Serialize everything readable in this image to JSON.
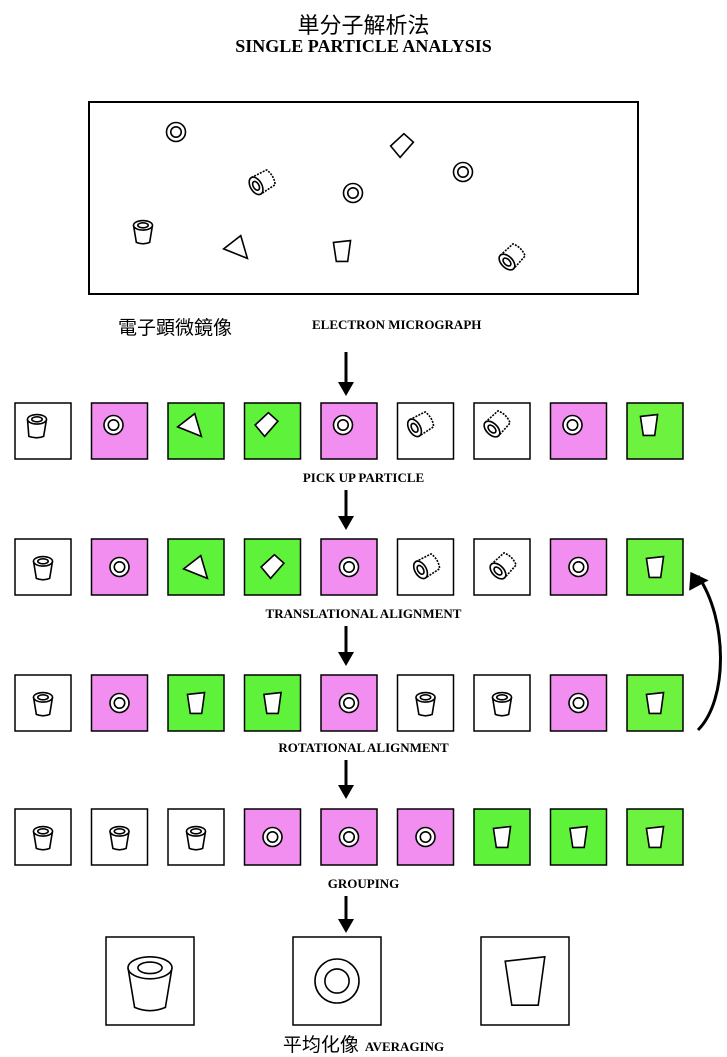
{
  "title": {
    "japanese": "単分子解析法",
    "english": "SINGLE PARTICLE ANALYSIS"
  },
  "micrograph": {
    "label_japanese": "電子顕微鏡像",
    "label_english": "ELECTRON MICROGRAPH",
    "particles": [
      {
        "shape": "ring-icon"
      },
      {
        "shape": "quad-icon"
      },
      {
        "shape": "tube-side-icon"
      },
      {
        "shape": "ring-icon"
      },
      {
        "shape": "ring-icon"
      },
      {
        "shape": "cup-icon"
      },
      {
        "shape": "quad-icon"
      },
      {
        "shape": "trapezoid-icon"
      },
      {
        "shape": "tube-side-icon"
      }
    ]
  },
  "stages": [
    {
      "label": "PICK UP PARTICLE",
      "tiles": [
        {
          "color": "white",
          "shape": "cup-tilt"
        },
        {
          "color": "pink",
          "shape": "ring"
        },
        {
          "color": "green",
          "shape": "quad-a"
        },
        {
          "color": "green",
          "shape": "quad-b"
        },
        {
          "color": "pink",
          "shape": "ring"
        },
        {
          "color": "white",
          "shape": "tube-a"
        },
        {
          "color": "white",
          "shape": "tube-b"
        },
        {
          "color": "pink",
          "shape": "ring"
        },
        {
          "color": "green",
          "shape": "trap"
        }
      ]
    },
    {
      "label": "TRANSLATIONAL ALIGNMENT",
      "tiles": [
        {
          "color": "white",
          "shape": "cup"
        },
        {
          "color": "pink",
          "shape": "ring"
        },
        {
          "color": "green",
          "shape": "quad-a"
        },
        {
          "color": "green",
          "shape": "quad-b"
        },
        {
          "color": "pink",
          "shape": "ring"
        },
        {
          "color": "white",
          "shape": "tube-a"
        },
        {
          "color": "white",
          "shape": "tube-b"
        },
        {
          "color": "pink",
          "shape": "ring"
        },
        {
          "color": "green",
          "shape": "trap"
        }
      ]
    },
    {
      "label": "ROTATIONAL ALIGNMENT",
      "tiles": [
        {
          "color": "white",
          "shape": "cup"
        },
        {
          "color": "pink",
          "shape": "ring"
        },
        {
          "color": "green",
          "shape": "trap"
        },
        {
          "color": "green",
          "shape": "trap"
        },
        {
          "color": "pink",
          "shape": "ring"
        },
        {
          "color": "white",
          "shape": "cup"
        },
        {
          "color": "white",
          "shape": "cup"
        },
        {
          "color": "pink",
          "shape": "ring"
        },
        {
          "color": "green",
          "shape": "trap"
        }
      ]
    },
    {
      "label": "GROUPING",
      "tiles": [
        {
          "color": "white",
          "shape": "cup"
        },
        {
          "color": "white",
          "shape": "cup"
        },
        {
          "color": "white",
          "shape": "cup"
        },
        {
          "color": "pink",
          "shape": "ring"
        },
        {
          "color": "pink",
          "shape": "ring"
        },
        {
          "color": "pink",
          "shape": "ring"
        },
        {
          "color": "green",
          "shape": "trap"
        },
        {
          "color": "green",
          "shape": "trap"
        },
        {
          "color": "green",
          "shape": "trap"
        }
      ]
    }
  ],
  "averaging": {
    "label_japanese": "平均化像",
    "label_english": "AVERAGING",
    "results": [
      {
        "shape": "cup"
      },
      {
        "shape": "ring"
      },
      {
        "shape": "trap"
      }
    ]
  },
  "colors": {
    "pink": "#f28ef0",
    "green": "#5ef23a",
    "green_last": "#6cf23f",
    "white": "#ffffff",
    "stroke": "#000000"
  },
  "feedback_arrow": "iterate-loop-icon"
}
